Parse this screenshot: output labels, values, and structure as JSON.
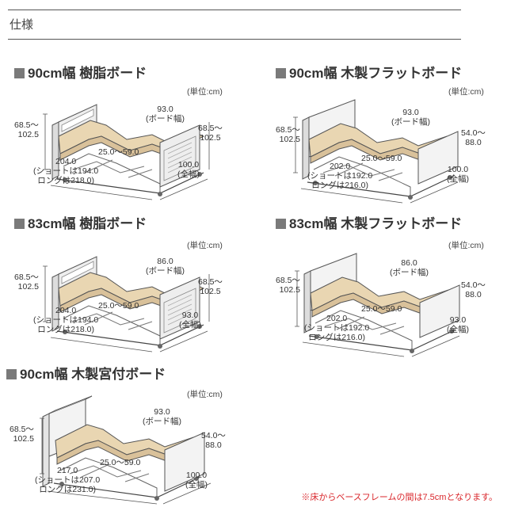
{
  "page_title": "仕様",
  "footnote": "※床からベースフレームの間は7.5cmとなります。",
  "panels": [
    {
      "title": "90cm幅 樹脂ボード",
      "unit": "(単位:cm)",
      "height_left": [
        "68.5～",
        "102.5"
      ],
      "board_width": [
        "93.0",
        "(ボード幅)"
      ],
      "height_right": [
        "68.5～",
        "102.5"
      ],
      "angle": "25.0～59.0",
      "length": [
        "204.0",
        "(ショートは194.0",
        "ロングは218.0)"
      ],
      "width": [
        "100.0",
        "(全幅)"
      ]
    },
    {
      "title": "90cm幅 木製フラットボード",
      "unit": "(単位:cm)",
      "height_left": [
        "68.5～",
        "102.5"
      ],
      "board_width": [
        "93.0",
        "(ボード幅)"
      ],
      "height_right": [
        "54.0～",
        "88.0"
      ],
      "angle": "25.0～59.0",
      "length": [
        "202.0",
        "(ショートは192.0",
        "ロングは216.0)"
      ],
      "width": [
        "100.0",
        "(全幅)"
      ]
    },
    {
      "title": "83cm幅 樹脂ボード",
      "unit": "(単位:cm)",
      "height_left": [
        "68.5～",
        "102.5"
      ],
      "board_width": [
        "86.0",
        "(ボード幅)"
      ],
      "height_right": [
        "68.5～",
        "102.5"
      ],
      "angle": "25.0～59.0",
      "length": [
        "204.0",
        "(ショートは194.0",
        "ロングは218.0)"
      ],
      "width": [
        "93.0",
        "(全幅)"
      ]
    },
    {
      "title": "83cm幅 木製フラットボード",
      "unit": "(単位:cm)",
      "height_left": [
        "68.5～",
        "102.5"
      ],
      "board_width": [
        "86.0",
        "(ボード幅)"
      ],
      "height_right": [
        "54.0～",
        "88.0"
      ],
      "angle": "25.0～59.0",
      "length": [
        "202.0",
        "(ショートは192.0",
        "ロングは216.0)"
      ],
      "width": [
        "93.0",
        "(全幅)"
      ]
    },
    {
      "title": "90cm幅 木製宮付ボード",
      "unit": "(単位:cm)",
      "height_left": [
        "68.5～",
        "102.5"
      ],
      "board_width": [
        "93.0",
        "(ボード幅)"
      ],
      "height_right": [
        "54.0～",
        "88.0"
      ],
      "angle": "25.0～59.0",
      "length": [
        "217.0",
        "(ショートは207.0",
        "ロングは231.0)"
      ],
      "width": [
        "100.0",
        "(全幅)"
      ]
    }
  ]
}
